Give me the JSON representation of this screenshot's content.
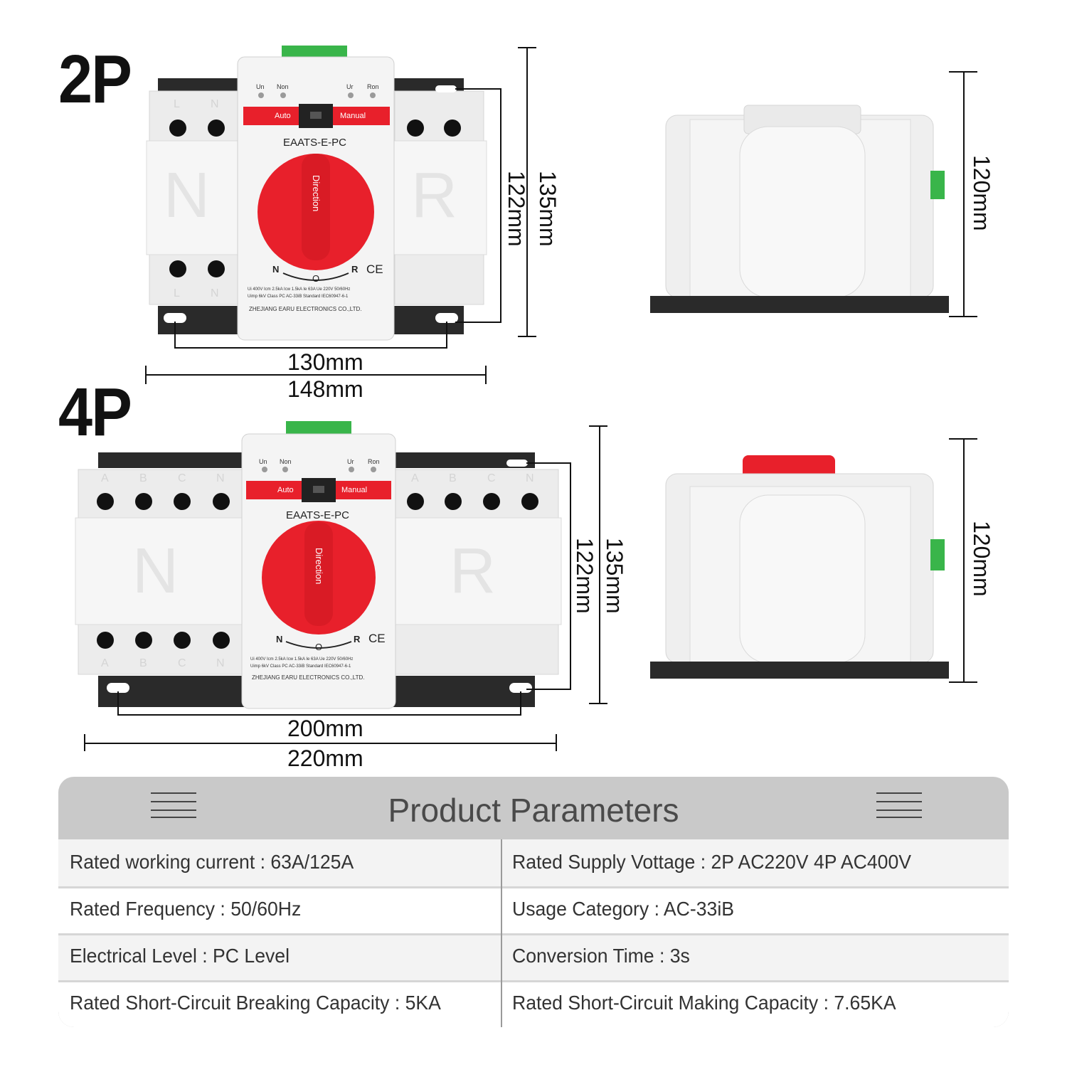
{
  "labels": {
    "p2": "2P",
    "p4": "4P"
  },
  "device": {
    "indicators": [
      "Un",
      "Non",
      "Ur",
      "Ron"
    ],
    "mode_auto": "Auto",
    "mode_manual": "Manual",
    "model": "EAATS-E-PC",
    "knob_text": "Direction",
    "pos_n": "N",
    "pos_o": "O",
    "pos_r": "R",
    "ce": "CE",
    "spec_line1": "Ui 400V  Icm 2.5kA  Icw 1.5kA  Ie 63A  Ue 220V  50/60Hz",
    "spec_line2": "Uimp 6kV   Class PC   AC-33iB   Standard IEC60947-6-1",
    "maker": "ZHEJIANG EARU ELECTRONICS CO.,LTD.",
    "side_left": "N",
    "side_right": "R",
    "terminals_2p": [
      "L",
      "N"
    ],
    "terminals_4p": [
      "A",
      "B",
      "C",
      "N"
    ]
  },
  "dims_2p": {
    "width_inner": "130mm",
    "width_outer": "148mm",
    "height_inner": "122mm",
    "height_outer": "135mm",
    "depth": "120mm"
  },
  "dims_4p": {
    "width_inner": "200mm",
    "width_outer": "220mm",
    "height_inner": "122mm",
    "height_outer": "135mm",
    "depth": "120mm"
  },
  "params": {
    "title": "Product Parameters",
    "rows": [
      {
        "left": "Rated working current : 63A/125A",
        "right": "Rated Supply Vottage : 2P AC220V   4P AC400V"
      },
      {
        "left": "Rated Frequency : 50/60Hz",
        "right": "Usage Category : AC-33iB"
      },
      {
        "left": "Electrical Level : PC Level",
        "right": "Conversion Time : 3s"
      },
      {
        "left": "Rated Short-Circuit Breaking Capacity : 5KA",
        "right": "Rated Short-Circuit Making Capacity : 7.65KA"
      }
    ]
  },
  "colors": {
    "accent_red": "#e8202b",
    "terminal_green": "#39b54a",
    "body_white": "#f2f2f2",
    "rail_black": "#2a2a2a"
  }
}
